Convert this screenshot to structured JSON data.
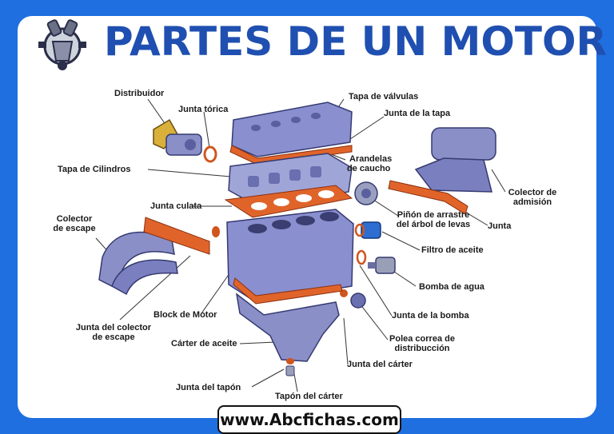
{
  "header": {
    "title": "PARTES DE UN MOTOR",
    "logo_icon": "engine-icon"
  },
  "labels": {
    "distribuidor": "Distribuidor",
    "junta_torica": "Junta tórica",
    "tapa_valvulas": "Tapa de válvulas",
    "junta_tapa": "Junta de la tapa",
    "arandelas_1": "Arandelas",
    "arandelas_2": "de caucho",
    "tapa_cilindros": "Tapa de Cilindros",
    "colector_admision_1": "Colector de",
    "colector_admision_2": "admisión",
    "junta_culata": "Junta culata",
    "pinon_1": "Piñón de arrastre",
    "pinon_2": "del árbol de levas",
    "junta": "Junta",
    "colector_escape_1": "Colector",
    "colector_escape_2": "de escape",
    "filtro_aceite": "Filtro de aceite",
    "bomba_agua": "Bomba de agua",
    "block_motor": "Block de Motor",
    "junta_bomba": "Junta de la bomba",
    "junta_colector_escape_1": "Junta del colector",
    "junta_colector_escape_2": "de escape",
    "polea_1": "Polea correa de",
    "polea_2": "distribucción",
    "carter_aceite": "Cárter de aceite",
    "junta_carter": "Junta del cárter",
    "junta_tapon": "Junta del tapón",
    "tapon_carter": "Tapón del cárter"
  },
  "footer": {
    "website": "www.Abcfichas.com"
  },
  "colors": {
    "background": "#1f6fe0",
    "title": "#1f4fb0",
    "engine_metal": "#7a7fc8",
    "gasket": "#e0642a"
  }
}
